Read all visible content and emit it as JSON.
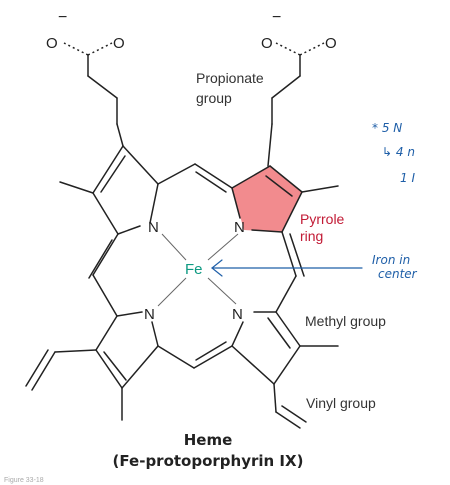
{
  "atoms": {
    "oxygen": "O",
    "nitrogen": "N",
    "iron": "Fe",
    "charge": "−"
  },
  "labels": {
    "propionate": [
      "Propionate",
      "group"
    ],
    "pyrrole": [
      "Pyrrole",
      "ring"
    ],
    "methyl": "Methyl group",
    "vinyl": "Vinyl group"
  },
  "title": {
    "line1": "Heme",
    "line2": "(Fe-protoporphyrin IX)"
  },
  "annotations": {
    "note_lines": [
      "* 5 N",
      "↳ 4 n",
      "1 I"
    ],
    "iron_note": [
      "Iron in",
      "center"
    ]
  },
  "caption": "Figure 33-18",
  "colors": {
    "pyrrole_highlight": "#f28b8e",
    "iron": "#0e9a82",
    "pyrrole_label": "#c21a35",
    "handwriting": "#1f5fa8"
  }
}
